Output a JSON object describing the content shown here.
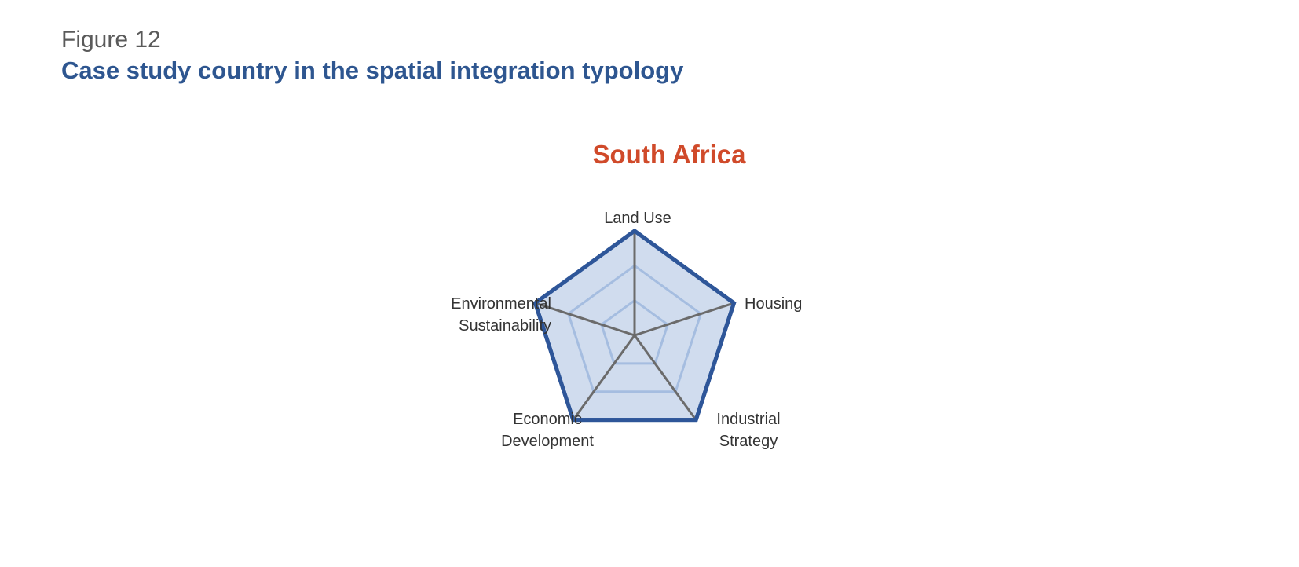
{
  "figure": {
    "label": "Figure 12",
    "title": "Case study country in the spatial integration typology"
  },
  "colors": {
    "figure_title": "#2e5690",
    "chart_title": "#d04a2a",
    "series_stroke": "#2e5699",
    "series_fill": "#d0dcee",
    "grid": "#a5bde0",
    "spoke": "#6b6b6b"
  },
  "chart_data": {
    "type": "radar",
    "title": "South Africa",
    "axes": [
      {
        "name": "Land Use",
        "lines": [
          "Land Use"
        ]
      },
      {
        "name": "Housing",
        "lines": [
          "Housing"
        ]
      },
      {
        "name": "Industrial Strategy",
        "lines": [
          "Industrial",
          "Strategy"
        ]
      },
      {
        "name": "Economic Development",
        "lines": [
          "Economic",
          "Development"
        ]
      },
      {
        "name": "Environmental Sustainability",
        "lines": [
          "Environmental",
          "Sustainability"
        ]
      }
    ],
    "levels": 3,
    "rmax": 3,
    "series": [
      {
        "values": [
          3,
          3,
          3,
          3,
          3
        ]
      }
    ],
    "grid": true,
    "legend": false
  }
}
